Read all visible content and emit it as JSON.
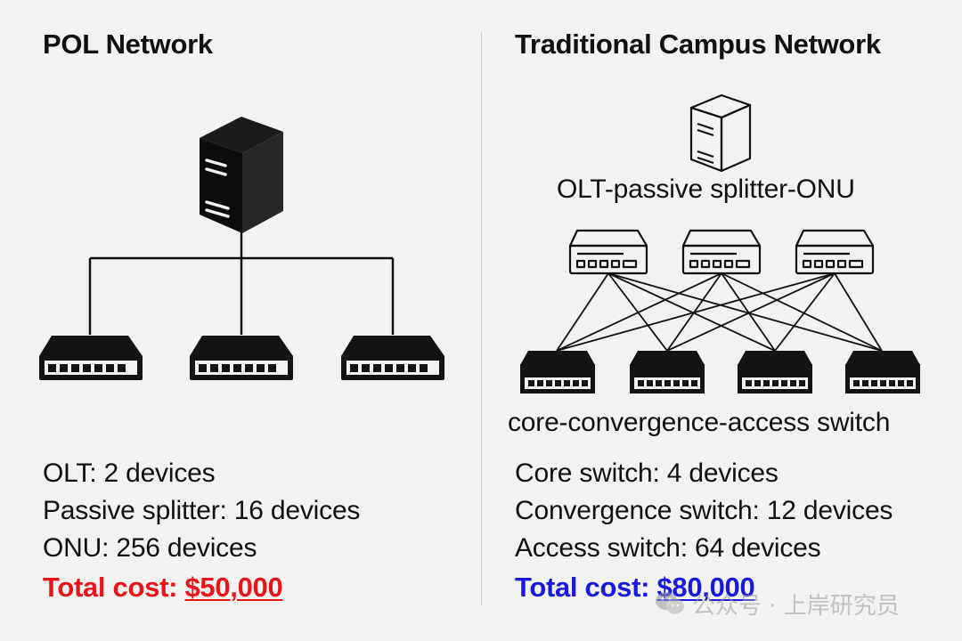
{
  "left": {
    "title": "POL Network",
    "server_icon": "server-tower-icon",
    "switch_icon": "switch-icon",
    "stats": [
      "OLT: 2 devices",
      "Passive splitter: 16 devices",
      "ONU: 256 devices"
    ],
    "total_label": "Total cost:",
    "total_value": "$50,000",
    "accent_color": "#e8141c"
  },
  "right": {
    "title": "Traditional Campus Network",
    "server_icon": "server-tower-icon",
    "switch_icon": "switch-icon",
    "caption_top": "OLT-passive splitter-ONU",
    "caption_bottom": "core-convergence-access switch",
    "stats": [
      "Core switch: 4 devices",
      "Convergence switch: 12 devices",
      "Access switch: 64 devices"
    ],
    "total_label": "Total cost:",
    "total_value": "$80,000",
    "accent_color": "#1a1adf"
  },
  "watermark": {
    "icon": "wechat-icon",
    "text": "公众号 · 上岸研究员"
  }
}
